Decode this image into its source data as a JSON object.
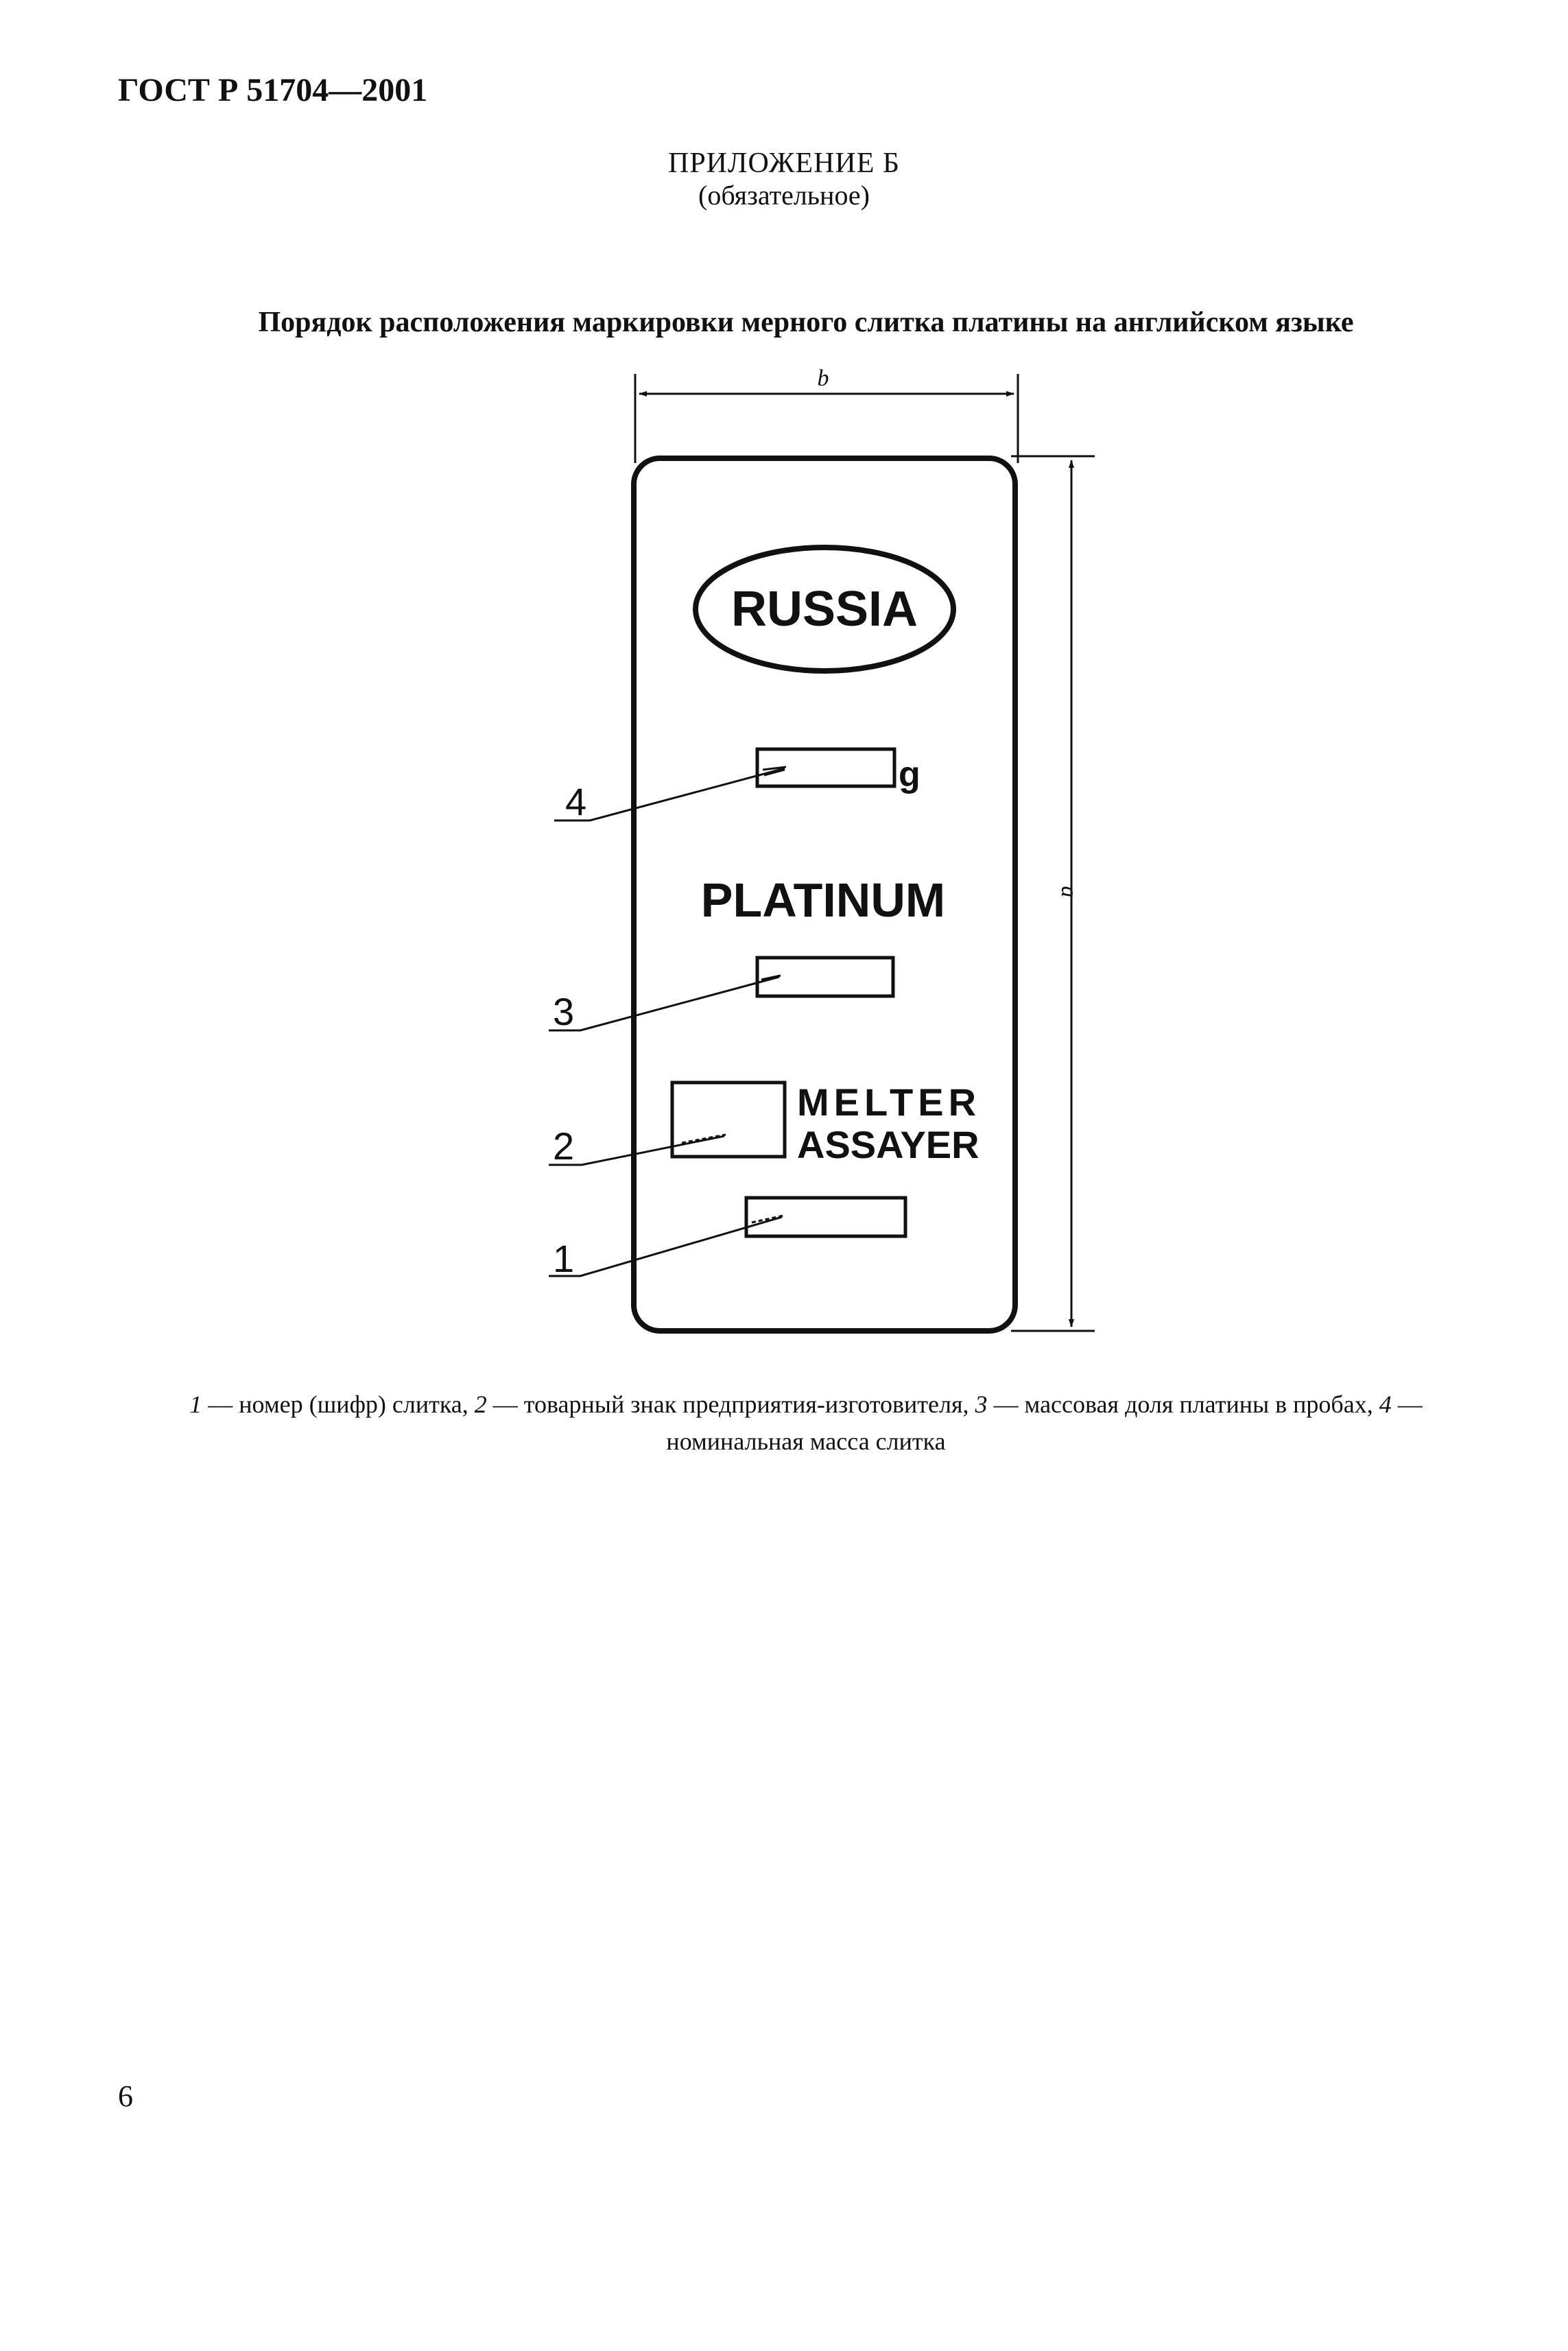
{
  "header": {
    "doc_code": "ГОСТ Р 51704—2001",
    "appendix_title": "ПРИЛОЖЕНИЕ Б",
    "appendix_note": "(обязательное)"
  },
  "figure": {
    "title": "Порядок расположения маркировки мерного слитка платины на английском языке",
    "dimension_width_label": "b",
    "dimension_height_label": "a",
    "stamp_country": "RUSSIA",
    "mass_unit": "g",
    "metal": "PLATINUM",
    "melter_label": "MELTER",
    "assayer_label": "ASSAYER",
    "callouts": [
      "4",
      "3",
      "2",
      "1"
    ]
  },
  "caption": {
    "n1": "1",
    "t1": " — номер (шифр) слитка, ",
    "n2": "2",
    "t2": " — товарный знак предприятия-изготовителя, ",
    "n3": "3",
    "t3": " — массовая доля платины в пробах, ",
    "n4": "4",
    "t4": " — номинальная масса слитка"
  },
  "footer": {
    "page_number": "6"
  }
}
